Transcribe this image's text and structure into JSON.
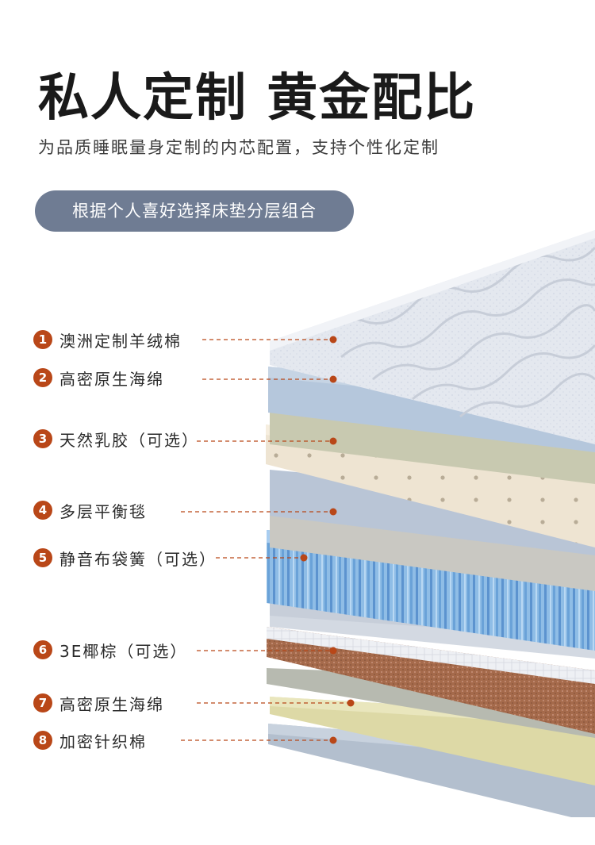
{
  "header": {
    "title": "私人定制 黄金配比",
    "subtitle": "为品质睡眠量身定制的内芯配置，支持个性化定制"
  },
  "pill": {
    "label": "根据个人喜好选择床垫分层组合"
  },
  "layers": [
    {
      "number": "1",
      "label": "澳洲定制羊绒棉"
    },
    {
      "number": "2",
      "label": "高密原生海绵"
    },
    {
      "number": "3",
      "label": "天然乳胶（可选）"
    },
    {
      "number": "4",
      "label": "多层平衡毯"
    },
    {
      "number": "5",
      "label": "静音布袋簧（可选）"
    },
    {
      "number": "6",
      "label": "3E椰棕（可选）"
    },
    {
      "number": "7",
      "label": "高密原生海绵"
    },
    {
      "number": "8",
      "label": "加密针织棉"
    }
  ],
  "colors": {
    "accent": "#b94718",
    "pill": "#6f7c93",
    "leader": "#b94718"
  }
}
